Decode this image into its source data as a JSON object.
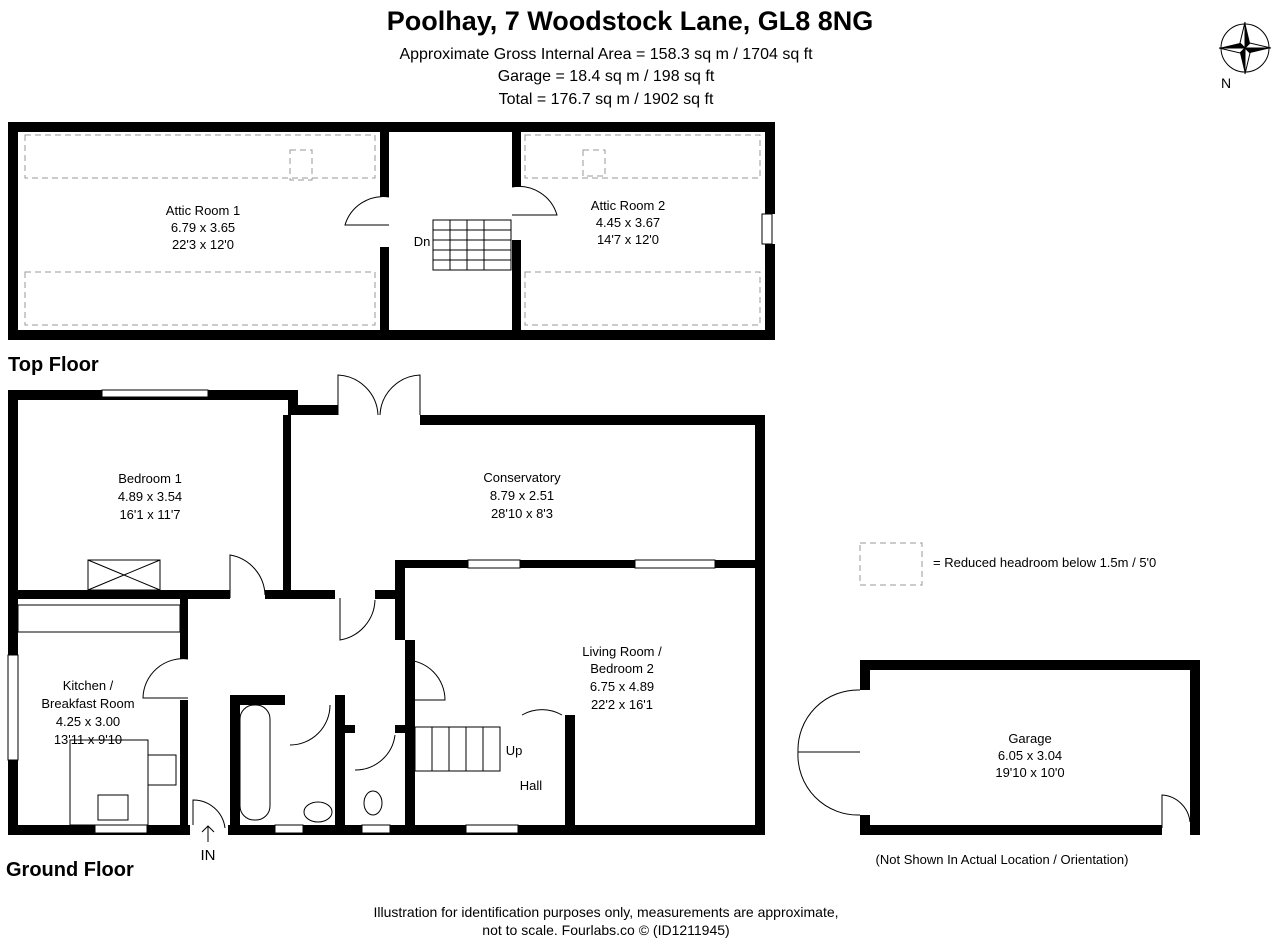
{
  "header": {
    "title": "Poolhay, 7 Woodstock Lane, GL8 8NG",
    "gia": "Approximate Gross Internal Area = 158.3 sq m / 1704 sq ft",
    "garage": "Garage = 18.4 sq m / 198 sq ft",
    "total": "Total = 176.7 sq m / 1902 sq ft"
  },
  "compass": {
    "label": "N"
  },
  "top_floor": {
    "label": "Top Floor",
    "rooms": [
      {
        "name": "Attic Room 1",
        "metric": "6.79 x 3.65",
        "imperial": "22'3 x 12'0"
      },
      {
        "name": "Attic Room 2",
        "metric": "4.45 x 3.67",
        "imperial": "14'7 x 12'0"
      }
    ],
    "stairs": "Dn"
  },
  "ground_floor": {
    "label": "Ground Floor",
    "rooms": [
      {
        "name": "Bedroom 1",
        "metric": "4.89 x 3.54",
        "imperial": "16'1 x 11'7"
      },
      {
        "name": "Conservatory",
        "metric": "8.79 x 2.51",
        "imperial": "28'10 x 8'3"
      },
      {
        "name1": "Kitchen /",
        "name2": "Breakfast Room",
        "metric": "4.25 x 3.00",
        "imperial": "13'11 x 9'10"
      },
      {
        "name1": "Living Room /",
        "name2": "Bedroom 2",
        "metric": "6.75 x 4.89",
        "imperial": "22'2 x 16'1"
      }
    ],
    "hall": "Hall",
    "stairs": "Up",
    "entrance": "IN"
  },
  "garage": {
    "name": "Garage",
    "metric": "6.05 x 3.04",
    "imperial": "19'10 x 10'0",
    "note": "(Not Shown In Actual Location / Orientation)"
  },
  "legend": {
    "text": "= Reduced headroom below 1.5m / 5'0"
  },
  "footer": {
    "line1": "Illustration for identification purposes only, measurements are approximate,",
    "line2": "not to scale. Fourlabs.co © (ID1211945)"
  }
}
